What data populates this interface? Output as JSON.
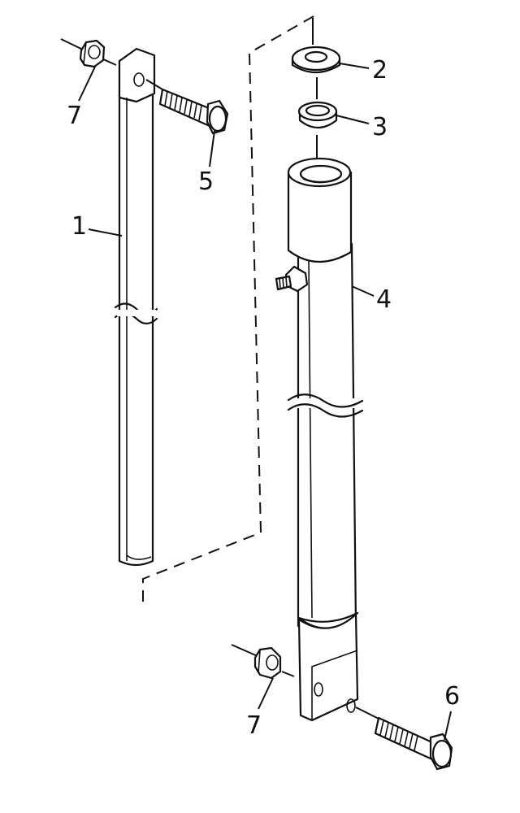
{
  "diagram": {
    "callouts": [
      {
        "id": "part-1",
        "label": "1"
      },
      {
        "id": "part-2",
        "label": "2"
      },
      {
        "id": "part-3",
        "label": "3"
      },
      {
        "id": "part-4",
        "label": "4"
      },
      {
        "id": "part-5",
        "label": "5"
      },
      {
        "id": "part-6",
        "label": "6"
      },
      {
        "id": "part-7-top",
        "label": "7"
      },
      {
        "id": "part-7-bottom",
        "label": "7"
      }
    ],
    "colors": {
      "ink": "#111111",
      "paper": "#ffffff"
    }
  }
}
